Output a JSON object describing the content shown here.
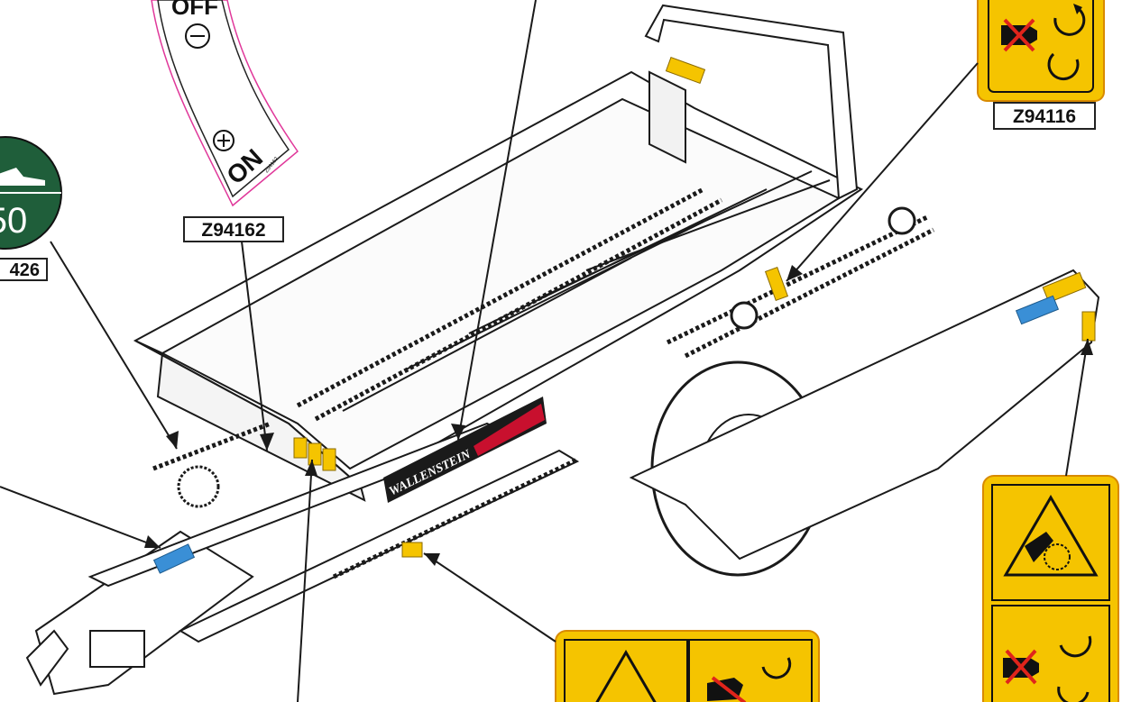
{
  "labels": {
    "z94162": "Z94162",
    "z94116": "Z94116",
    "partial_left": "426"
  },
  "switch_decal": {
    "off_text": "OFF",
    "on_text": "ON",
    "small_code": "Z94162"
  },
  "speed_decal": {
    "number": "50",
    "color": "#1f5e3a"
  },
  "brand": {
    "name": "WALLENSTEIN",
    "color": "#c8102e"
  },
  "colors": {
    "warning_yellow": "#f5c400",
    "info_blue": "#3a8fd6",
    "line": "#1a1a1a"
  },
  "icons": [
    "entanglement-chain-icon",
    "hand-crush-rollers-icon",
    "no-hand-icon",
    "rotation-arrow-icon"
  ]
}
